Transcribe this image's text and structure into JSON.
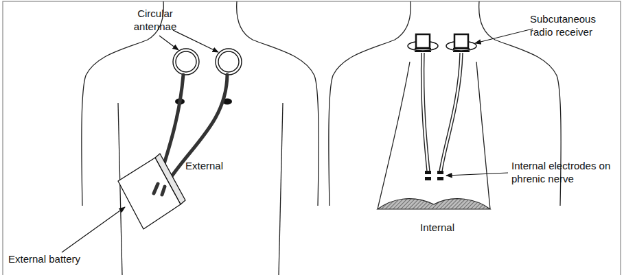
{
  "diagram": {
    "labels": [
      "Circular antennae",
      "Subcutaneous radio receiver",
      "External battery",
      "External",
      "Internal electrodes on phrenic nerve",
      "Internal"
    ]
  }
}
